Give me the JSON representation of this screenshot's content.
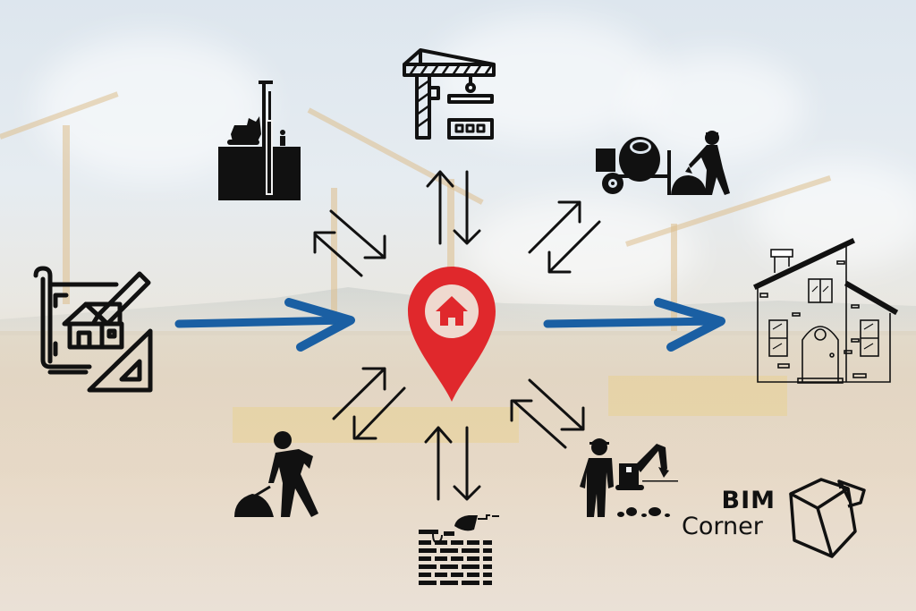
{
  "diagram": {
    "title": "Construction process around a central home location",
    "center": {
      "label": "location-pin-with-house",
      "color": "#e0282c"
    },
    "flow": {
      "input": "blueprint-design",
      "output": "finished-house",
      "arrow_color": "#1a5fa3"
    },
    "satellites": [
      {
        "name": "piling-rig",
        "position": "top-left"
      },
      {
        "name": "tower-crane",
        "position": "top"
      },
      {
        "name": "concrete-mixer-worker",
        "position": "top-right"
      },
      {
        "name": "excavator-worker",
        "position": "bottom-right"
      },
      {
        "name": "bricklaying",
        "position": "bottom"
      },
      {
        "name": "shoveling-worker",
        "position": "bottom-left"
      }
    ],
    "connector": "bidirectional-arrows"
  },
  "brand": {
    "line1": "BIM",
    "line2": "Corner"
  },
  "colors": {
    "pin_red": "#e0282c",
    "flow_blue": "#1a5fa3",
    "icon_black": "#111111"
  }
}
